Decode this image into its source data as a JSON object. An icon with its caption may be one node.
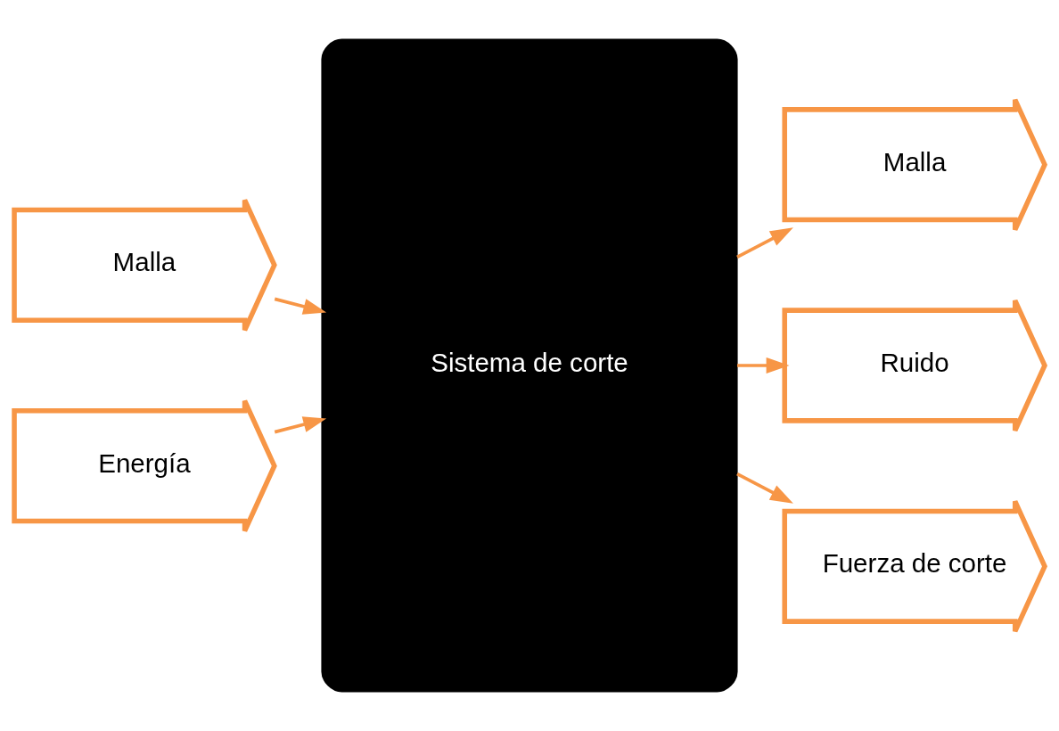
{
  "diagram": {
    "nodes": [
      {
        "text": [
          "Sistema de corte"
        ]
      },
      {
        "text": [
          "Malla"
        ]
      },
      {
        "text": [
          "Energía"
        ]
      },
      {
        "text": [
          "Malla"
        ]
      },
      {
        "text": [
          "Ruido"
        ]
      },
      {
        "text": [
          "Fuerza de corte"
        ]
      }
    ],
    "edges": [
      {
        "from": 1,
        "to": 0,
        "arrow": "to"
      },
      {
        "from": 2,
        "to": 0,
        "arrow": "to"
      },
      {
        "from": 0,
        "to": 3,
        "arrow": "to"
      },
      {
        "from": 0,
        "to": 4,
        "arrow": "to"
      },
      {
        "from": 0,
        "to": 5,
        "arrow": "to"
      }
    ]
  }
}
